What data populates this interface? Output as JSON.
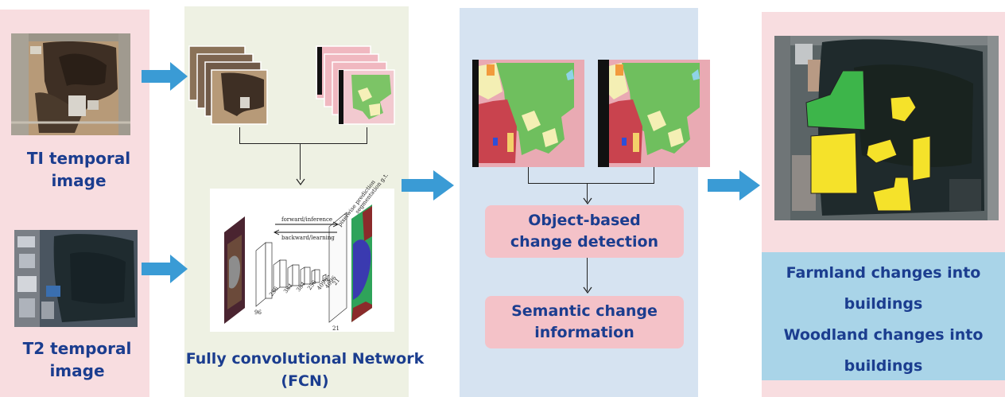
{
  "input_panel": {
    "t1_label": "TI temporal image",
    "t2_label": "T2 temporal image"
  },
  "fcn_panel": {
    "caption": "Fully convolutional Network (FCN)",
    "diagram": {
      "forward_label": "forward/inference",
      "backward_label": "backward/learning",
      "pixelwise_label": "pixelwise prediction",
      "segmentation_label": "segmentation g.t.",
      "layer_sizes": [
        "96",
        "256",
        "384",
        "384",
        "256",
        "4096",
        "4096",
        "21"
      ],
      "output_size": "21"
    }
  },
  "detection_panel": {
    "object_box": "Object-based change detection",
    "semantic_box": "Semantic change information"
  },
  "result_panel": {
    "summary_line1": "Farmland changes into",
    "summary_line2": "buildings",
    "summary_line3": "Woodland changes into",
    "summary_line4": "buildings"
  },
  "colors": {
    "pink_panel": "#f8dde0",
    "green_panel": "#eef1e3",
    "blue_panel": "#d6e3f1",
    "arrow_blue": "#3a9bd5",
    "title_navy": "#1b3d8f",
    "pink_box": "#f4c2c8",
    "summary_blue": "#a9d4e8",
    "farmland_green": "#3db54a",
    "building_yellow": "#f5e22a"
  }
}
